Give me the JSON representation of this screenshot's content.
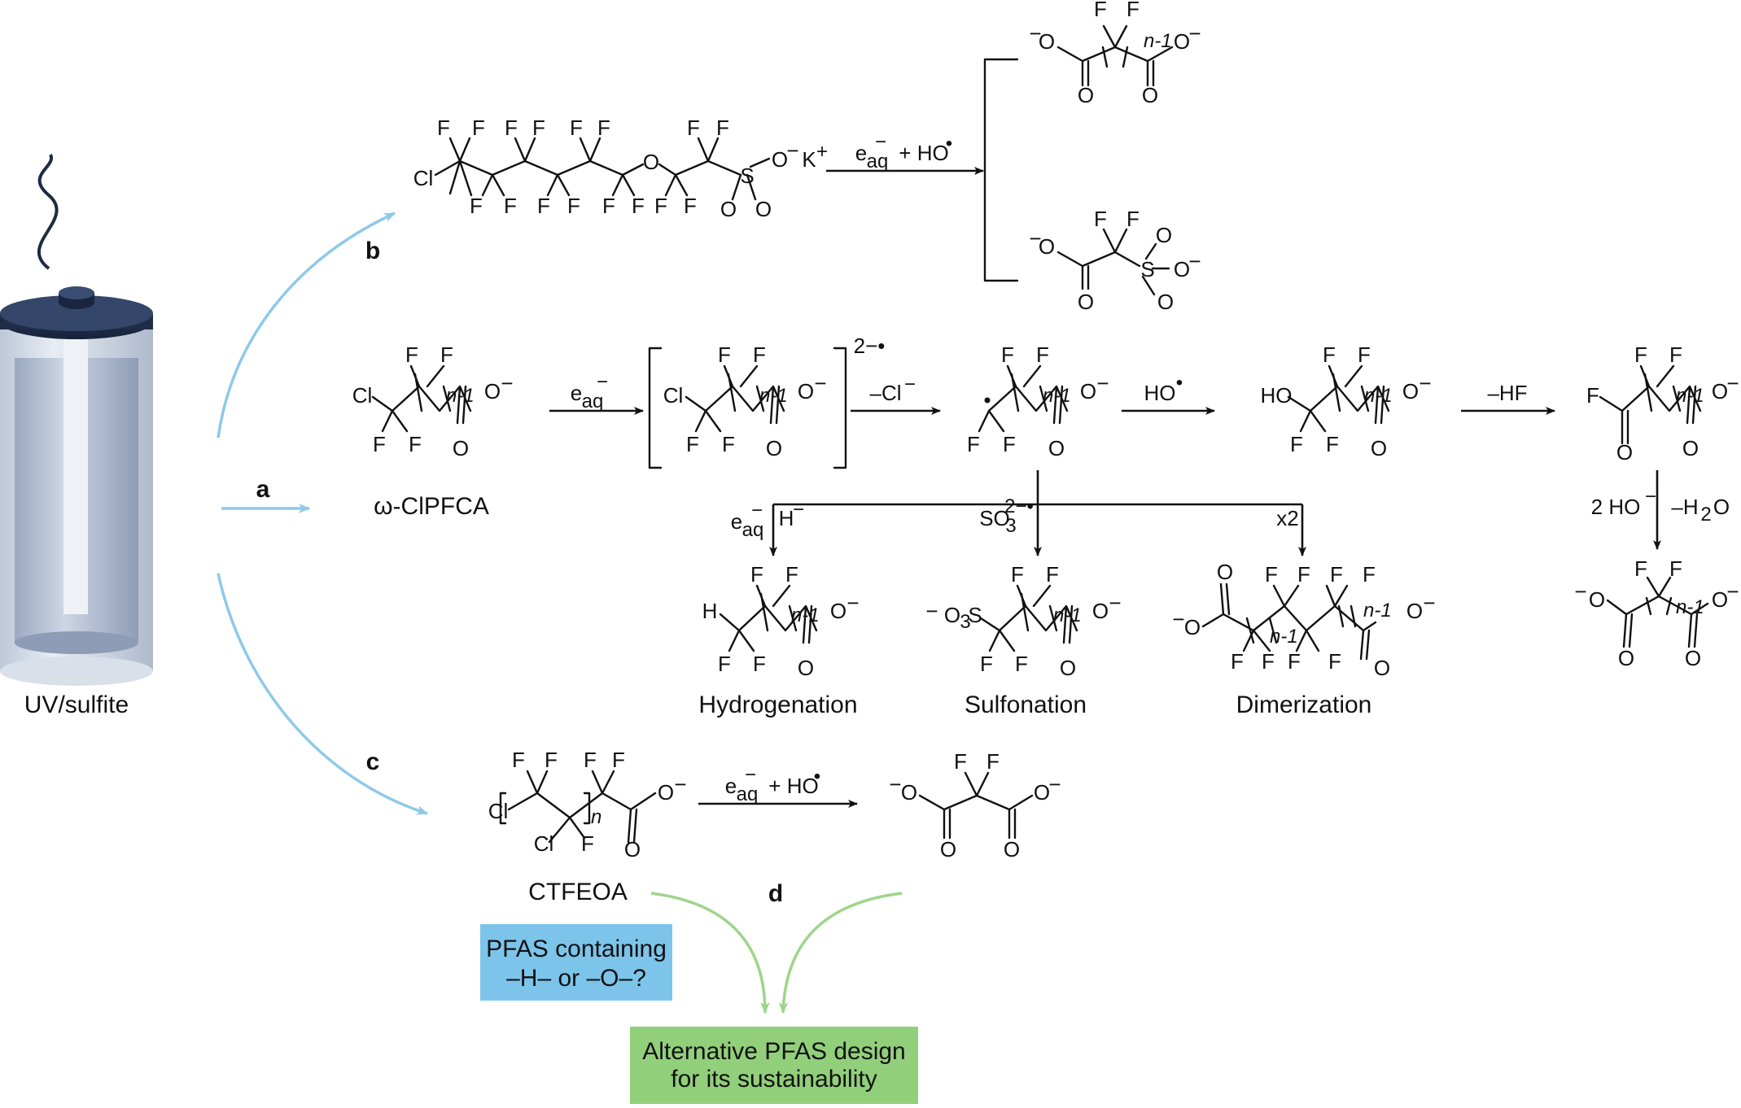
{
  "panel_labels": {
    "a": "a",
    "b": "b",
    "c": "c",
    "d": "d"
  },
  "reactor": {
    "label": "UV/sulfite"
  },
  "conditions": {
    "b_reagents": "e",
    "b_plus": "+ HO",
    "a_step1": "e",
    "a_step2": "–Cl",
    "a_step3": "HO",
    "a_step4": "–HF",
    "a_step5_left": "2 HO",
    "a_step5_right": "–H",
    "branch_h": "H",
    "branch_e": "e",
    "branch_so3": "SO",
    "branch_x2": "x2",
    "c_reagents": "e",
    "c_plus": "+ HO",
    "aq": "aq",
    "charge_minus": "−",
    "charge_2minus": "2−•",
    "dot": "•",
    "sub_3": "3",
    "sub_2": "2",
    "h2o_o": "O"
  },
  "atoms": {
    "F": "F",
    "O": "O",
    "Cl": "Cl",
    "S": "S",
    "H": "H",
    "HO": "HO",
    "O_minus": "O",
    "O_neg_prefix": "O",
    "K": "K",
    "O3S": "O",
    "S_sul": "S",
    "n1": "n-1",
    "n": "n"
  },
  "compounds": {
    "clpfca": "ω-ClPFCA",
    "ctfeoa": "CTFEOA"
  },
  "outcomes": {
    "hydrogenation": "Hydrogenation",
    "sulfonation": "Sulfonation",
    "dimerization": "Dimerization"
  },
  "boxes": {
    "question_line1": "PFAS containing",
    "question_line2": "–H– or –O–?",
    "alternative_line1": "Alternative PFAS design",
    "alternative_line2": "for its sustainability"
  },
  "colors": {
    "blue_arrow": "#8ec9ea",
    "green_arrow": "#9dd68a",
    "blue_box": "#7cc4ea",
    "green_box": "#92cf7b"
  }
}
